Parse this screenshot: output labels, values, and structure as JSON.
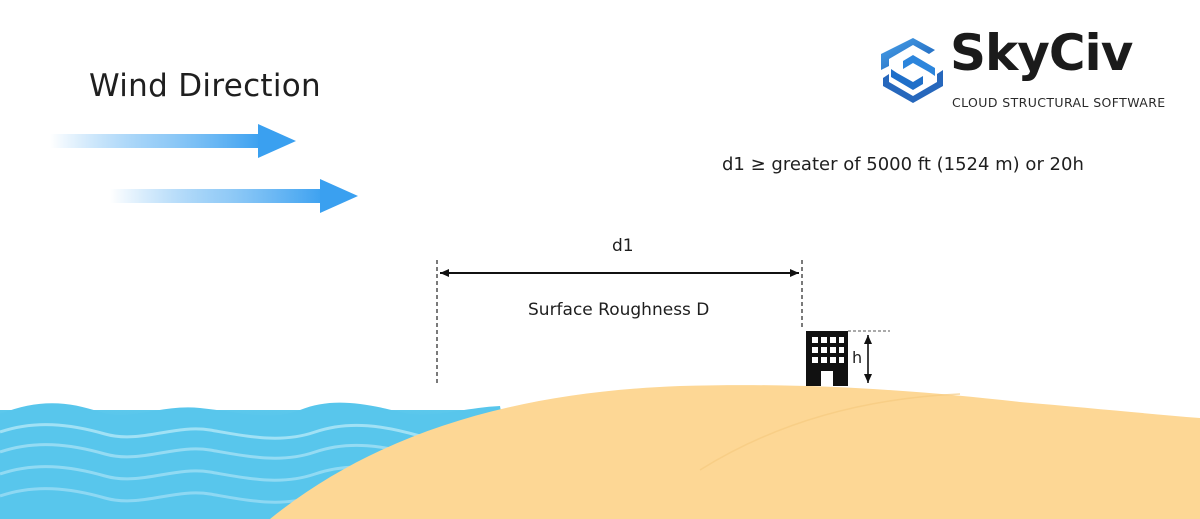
{
  "header": {
    "wind_title": "Wind Direction"
  },
  "logo": {
    "name": "SkyCiv",
    "tagline": "CLOUD STRUCTURAL SOFTWARE",
    "accent": "#1f78d1"
  },
  "annotations": {
    "criteria": "d1 ≥ greater of 5000 ft (1524 m) or 20h",
    "distance_label": "d1",
    "zone_label": "Surface Roughness D",
    "height_label": "h"
  },
  "icons": [
    "wind-arrow-icon",
    "building-icon",
    "skyciv-logo-icon"
  ],
  "colors": {
    "arrow": "#3aa0f0",
    "sand": "#fdd795",
    "water": "#4cc1e8",
    "text": "#1f1f1f"
  }
}
